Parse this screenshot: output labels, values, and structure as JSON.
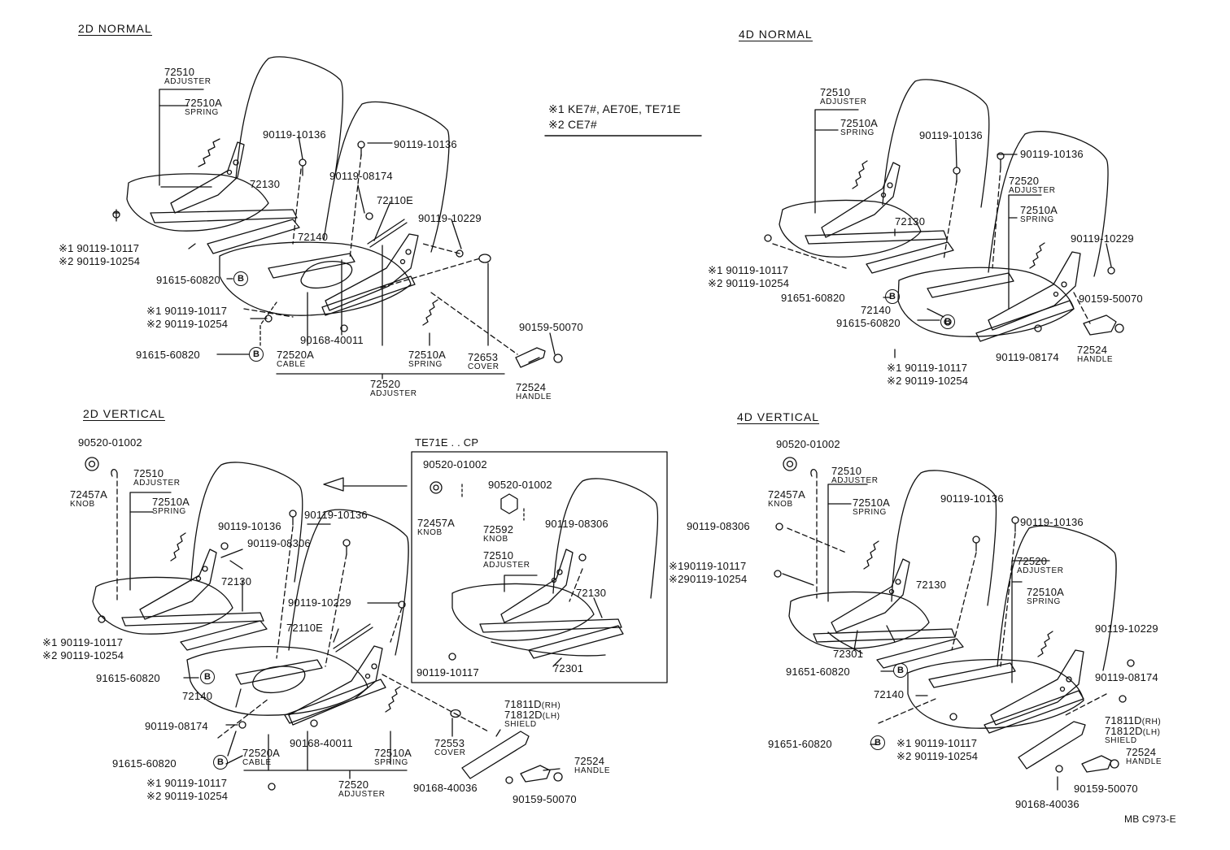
{
  "sections": {
    "d2_normal": "2D   NORMAL",
    "d4_normal": "4D   NORMAL",
    "d2_vertical": "2D   VERTICAL",
    "d4_vertical": "4D   VERTICAL",
    "inset": "TE71E . . CP"
  },
  "legend": {
    "line1": "※1 KE7#, AE70E, TE71E",
    "line2": "※2 CE7#"
  },
  "d2n": {
    "p72510": "72510",
    "p72510_sub": "ADJUSTER",
    "p72510a": "72510A",
    "p72510a_sub": "SPRING",
    "p10136a": "90119-10136",
    "p10136b": "90119-10136",
    "p08174": "90119-08174",
    "p72130": "72130",
    "p72110e": "72110E",
    "p10229": "90119-10229",
    "p72140": "72140",
    "s1a": "※1 90119-10117",
    "s2a": "※2 90119-10254",
    "p91615a": "91615-60820",
    "s1b": "※1 90119-10117",
    "s2b": "※2 90119-10254",
    "p40011": "90168-40011",
    "p91615b": "91615-60820",
    "p72520a": "72520A",
    "p72520a_sub": "CABLE",
    "p72510a2": "72510A",
    "p72510a2_sub": "SPRING",
    "p72653": "72653",
    "p72653_sub": "COVER",
    "p50070": "90159-50070",
    "p72520": "72520",
    "p72520_sub": "ADJUSTER",
    "p72524": "72524",
    "p72524_sub": "HANDLE",
    "b": "B"
  },
  "d4n": {
    "p72510": "72510",
    "p72510_sub": "ADJUSTER",
    "p72510a": "72510A",
    "p72510a_sub": "SPRING",
    "p10136a": "90119-10136",
    "p10136b": "90119-10136",
    "p72520": "72520",
    "p72520_sub": "ADJUSTER",
    "p72510a2": "72510A",
    "p72510a2_sub": "SPRING",
    "p72130": "72130",
    "p10229": "90119-10229",
    "s1a": "※1  90119-10117",
    "s2a": "※2  90119-10254",
    "p91651": "91651-60820",
    "p72140": "72140",
    "p91615": "91615-60820",
    "p50070": "90159-50070",
    "p08174": "90119-08174",
    "p72524": "72524",
    "p72524_sub": "HANDLE",
    "s1b": "※1  90119-10117",
    "s2b": "※2  90119-10254",
    "b": "B"
  },
  "d2v": {
    "p01002": "90520-01002",
    "p72457a": "72457A",
    "p72457a_sub": "KNOB",
    "p72510": "72510",
    "p72510_sub": "ADJUSTER",
    "p72510a": "72510A",
    "p72510a_sub": "SPRING",
    "p10136a": "90119-10136",
    "p10136b": "90119-10136",
    "p08306": "90119-08306",
    "p72130": "72130",
    "p10229": "90119-10229",
    "p72110e": "72110E",
    "s1a": "※1 90119-10117",
    "s2a": "※2 90119-10254",
    "p91615a": "91615-60820",
    "p72140": "72140",
    "p08174": "90119-08174",
    "p40011": "90168-40011",
    "p72520a": "72520A",
    "p72520a_sub": "CABLE",
    "p72510a2": "72510A",
    "p72510a2_sub": "SPRING",
    "p72553": "72553",
    "p72553_sub": "COVER",
    "p71811": "71811D",
    "p71811_rh": "(RH)",
    "p71812": "71812D",
    "p71812_lh": "(LH)",
    "shield": "SHIELD",
    "p72524": "72524",
    "p72524_sub": "HANDLE",
    "p91615b": "91615-60820",
    "s1b": "※1 90119-10117",
    "s2b": "※2 90119-10254",
    "p72520": "72520",
    "p72520_sub": "ADJUSTER",
    "p40036": "90168-40036",
    "p50070": "90159-50070",
    "b": "B"
  },
  "inset": {
    "p01002a": "90520-01002",
    "p01002b": "90520-01002",
    "p72457a": "72457A",
    "p72457a_sub": "KNOB",
    "p72592": "72592",
    "p72592_sub": "KNOB",
    "p08306": "90119-08306",
    "p72510": "72510",
    "p72510_sub": "ADJUSTER",
    "p72130": "72130",
    "p10117": "90119-10117",
    "p72301": "72301"
  },
  "d4v": {
    "p01002": "90520-01002",
    "p72457a": "72457A",
    "p72457a_sub": "KNOB",
    "p72510": "72510",
    "p72510_sub": "ADJUSTER",
    "p72510a": "72510A",
    "p72510a_sub": "SPRING",
    "p10136a": "90119-10136",
    "p10136b": "90119-10136",
    "p08306": "90119-08306",
    "s1a": "※190119-10117",
    "s2a": "※290119-10254",
    "p72130": "72130",
    "p72520": "72520",
    "p72520_sub": "ADJUSTER",
    "p72510a2": "72510A",
    "p72510a2_sub": "SPRING",
    "p72301": "72301",
    "p10229": "90119-10229",
    "p91651a": "91651-60820",
    "p08174": "90119-08174",
    "p72140": "72140",
    "p71811": "71811D",
    "p71811_rh": "(RH)",
    "p71812": "71812D",
    "p71812_lh": "(LH)",
    "shield": "SHIELD",
    "p91651b": "91651-60820",
    "s1b": "※1  90119-10117",
    "s2b": "※2  90119-10254",
    "p72524": "72524",
    "p72524_sub": "HANDLE",
    "p50070": "90159-50070",
    "p40036": "90168-40036",
    "b": "B"
  },
  "footer": {
    "code": "MB C973-E"
  }
}
